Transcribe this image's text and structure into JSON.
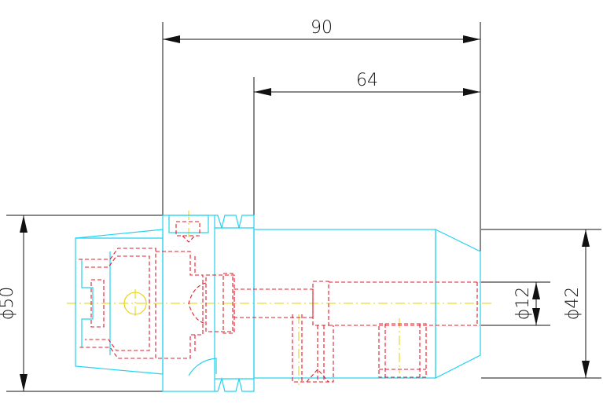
{
  "dimensions": {
    "overall_length": "90",
    "front_length": "64",
    "flange_diameter": "ϕ50",
    "bore_diameter": "ϕ12",
    "nose_diameter": "ϕ42"
  },
  "colors": {
    "outline": "#22d3ee",
    "hidden": "#e11d2e",
    "centerline": "#e6d200",
    "dimension": "#111111",
    "background": "#ffffff"
  }
}
